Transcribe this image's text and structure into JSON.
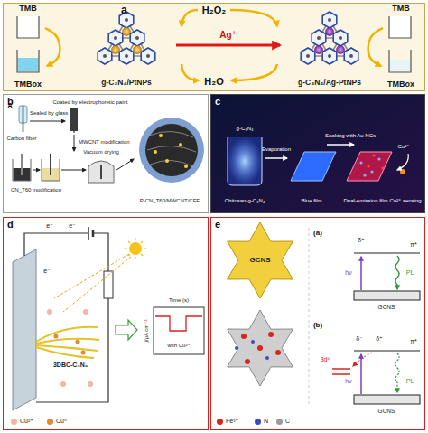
{
  "diagram": {
    "nodes": [
      {
        "text": [
          "a"
        ]
      },
      {
        "text": [
          "TMB"
        ],
        "in": 0
      },
      {
        "text": [
          "TMBox"
        ],
        "in": 0
      },
      {
        "text": [
          "g-C₃N₄/PtNPs"
        ],
        "in": 0
      },
      {
        "text": [
          "g-C₃N₄/Ag-PtNPs"
        ],
        "in": 0
      },
      {
        "text": [
          "TMB"
        ],
        "in": 0
      },
      {
        "text": [
          "TMBox"
        ],
        "in": 0
      },
      {
        "text": [
          "b"
        ]
      },
      {
        "text": [
          "c"
        ]
      },
      {
        "text": [
          "d"
        ]
      },
      {
        "text": [
          "e"
        ]
      }
    ],
    "edges": [
      {
        "from": 1,
        "to": 2,
        "arrow": "to"
      },
      {
        "from": 3,
        "to": 4,
        "label": "Ag⁺",
        "arrow": "to"
      },
      {
        "from": 5,
        "to": 6,
        "arrow": "to"
      }
    ],
    "labels": [
      "H₂O₂",
      "H₂O",
      "A",
      "Sealed by glass",
      "Coated by electrophoretic paint",
      "Carbon fiber",
      "MWCNT modification",
      "CN_T60 modification",
      "Vacuum drying",
      "P-CN_T60/MWCNT/CFE",
      "g-C₃N₄",
      "Chitosan-g-C₃N₄",
      "Evaporation",
      "Blue film",
      "Soaking with Au NCs",
      "Dual-emission film",
      "Cu²⁺",
      "Cu²⁺ sensing",
      "3DBC-C₃N₄",
      "e⁻",
      "e⁻",
      "e⁻",
      "Time (s)",
      "j/μA cm⁻²",
      "with Cu²⁺",
      "GCNS",
      "(a)",
      "δ⁺",
      "π*",
      "hν",
      "PL",
      "GCNS",
      "(b)",
      "δ⁻",
      "δ⁺",
      "π*",
      "3d⁶",
      "hν",
      "PL",
      "GCNS"
    ],
    "legend": [
      {
        "text": "Cu²⁺",
        "color": "#f3b6a6"
      },
      {
        "text": "Cu⁰",
        "color": "#e0893a"
      },
      {
        "text": "Fe³⁺",
        "color": "#d7261e"
      },
      {
        "text": "N",
        "color": "#3b4cc0"
      },
      {
        "text": "C",
        "color": "#9a9a9a"
      }
    ]
  }
}
